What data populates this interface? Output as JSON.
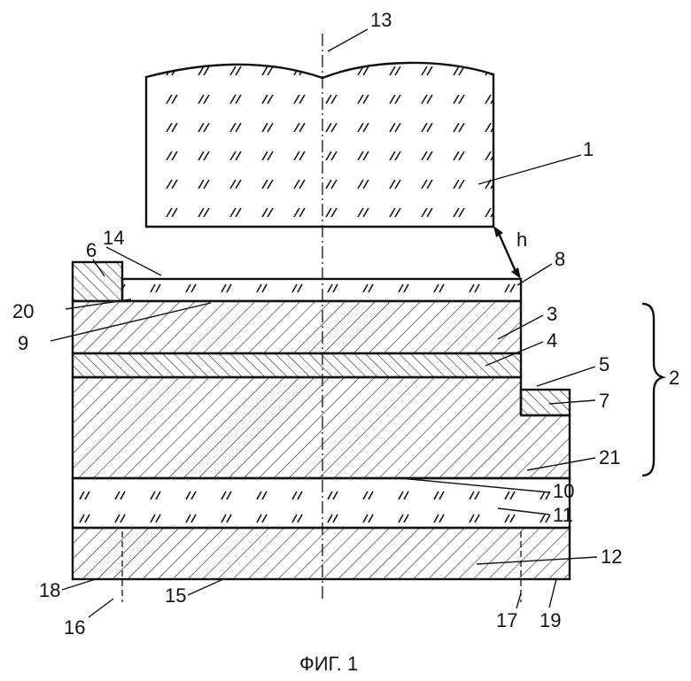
{
  "figure": {
    "caption": "ФИГ. 1",
    "gap_label": "h",
    "labels": {
      "l1": "1",
      "l2": "2",
      "l3": "3",
      "l4": "4",
      "l5": "5",
      "l6": "6",
      "l7": "7",
      "l8": "8",
      "l9": "9",
      "l10": "10",
      "l11": "11",
      "l12": "12",
      "l13": "13",
      "l14": "14",
      "l15": "15",
      "l16": "16",
      "l17": "17",
      "l18": "18",
      "l19": "19",
      "l20": "20",
      "l21": "21"
    }
  }
}
